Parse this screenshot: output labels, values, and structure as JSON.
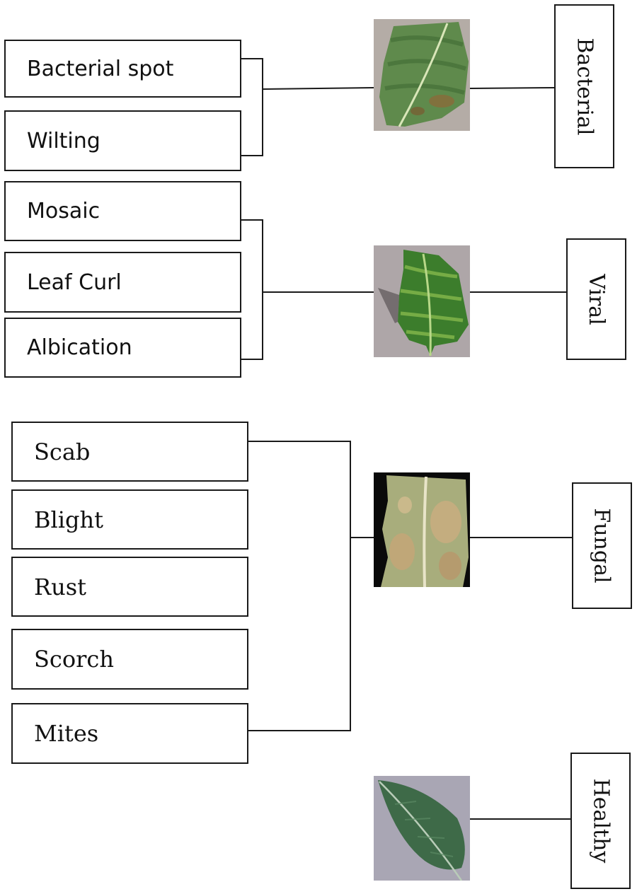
{
  "groups": [
    {
      "category": "Bacterial",
      "symptoms": [
        "Bacterial spot",
        "Wilting"
      ]
    },
    {
      "category": "Viral",
      "symptoms": [
        "Mosaic",
        "Leaf Curl",
        "Albication"
      ]
    },
    {
      "category": "Fungal",
      "symptoms": [
        "Scab",
        "Blight",
        "Rust",
        "Scorch",
        "Mites"
      ]
    },
    {
      "category": "Healthy",
      "symptoms": []
    }
  ],
  "icons": [
    "bacterial-leaf-photo",
    "viral-leaf-photo",
    "fungal-leaf-photo",
    "healthy-leaf-photo"
  ],
  "colors": {
    "line": "#1a1a1a",
    "leaf_green": "#4f8a3c",
    "fungal_bg": "#0a0a0a"
  }
}
